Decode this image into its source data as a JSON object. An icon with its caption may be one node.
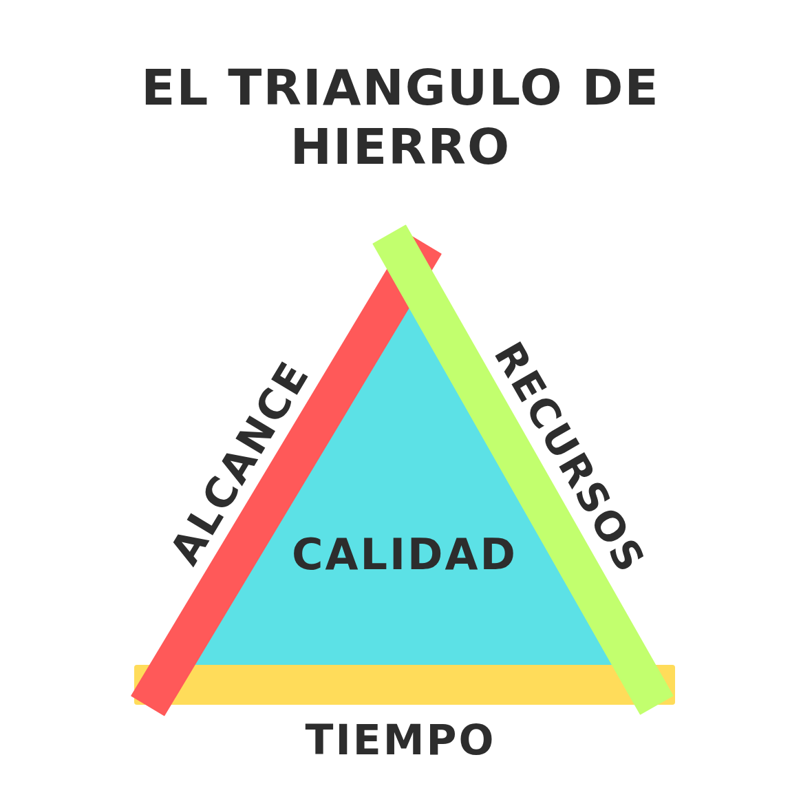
{
  "diagram": {
    "title": "EL TRIANGULO DE HIERRO",
    "nodes": [
      {
        "text": [
          "ALCANCE"
        ]
      },
      {
        "text": [
          "RECURSOS"
        ]
      },
      {
        "text": [
          "CALIDAD"
        ]
      },
      {
        "text": [
          "TIEMPO"
        ]
      }
    ]
  }
}
